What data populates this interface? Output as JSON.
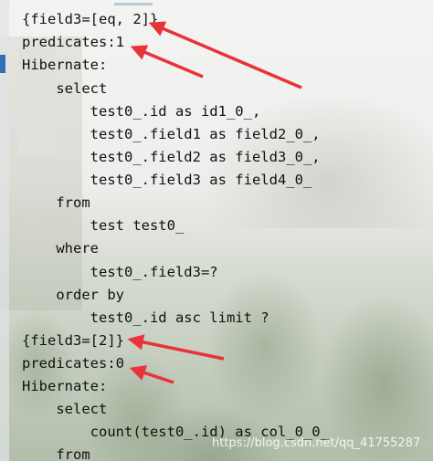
{
  "console": {
    "lines": [
      "{field3=[eq, 2]}",
      "predicates:1",
      "Hibernate:",
      "    select",
      "        test0_.id as id1_0_,",
      "        test0_.field1 as field2_0_,",
      "        test0_.field2 as field3_0_,",
      "        test0_.field3 as field4_0_",
      "    from",
      "        test test0_",
      "    where",
      "        test0_.field3=?",
      "    order by",
      "        test0_.id asc limit ?",
      "{field3=[2]}",
      "predicates:0",
      "Hibernate:",
      "    select",
      "        count(test0_.id) as col_0_0_",
      "    from"
    ]
  },
  "watermark": "https://blog.csdn.net/qq_41755287",
  "colors": {
    "text": "#111111",
    "arrow": "#e8333a",
    "gutter_marker": "#2f6fb3"
  }
}
